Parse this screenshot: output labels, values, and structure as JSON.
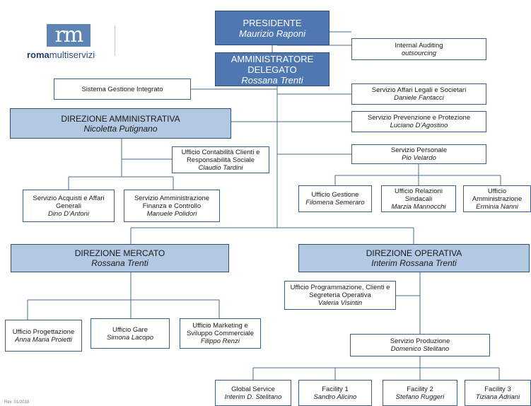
{
  "logo": {
    "mark": "rm",
    "brand_bold": "roma",
    "brand_rest": "multiservizi"
  },
  "presidente": {
    "title": "PRESIDENTE",
    "name": "Maurizio Raponi"
  },
  "amministratore": {
    "title": "AMMINISTRATORE DELEGATO",
    "name": "Rossana Trenti"
  },
  "internal_auditing": {
    "title": "Internal Auditing",
    "name": "outsourcing"
  },
  "sistema_gestione": {
    "title": "Sistema Gestione Integrato"
  },
  "affari_legali": {
    "title": "Servizio Affari Legali e Societari",
    "name": "Daniele Fantacci"
  },
  "prevenzione": {
    "title": "Servizio Prevenzione e Protezione",
    "name": "Luciano D’Agostino"
  },
  "servizio_personale": {
    "title": "Servizio Personale",
    "name": "Pio Velardo"
  },
  "ufficio_gestione": {
    "title": "Ufficio Gestione",
    "name": "Filomena Semeraro"
  },
  "relazioni_sindacali": {
    "title": "Ufficio Relazioni Sindacali",
    "name": "Marzia Mannocchi"
  },
  "ufficio_amministrazione": {
    "title": "Ufficio Amministrazione",
    "name": "Erminia Nanni"
  },
  "direzione_amministrativa": {
    "title": "DIREZIONE  AMMINISTRATIVA",
    "name": "Nicoletta Putignano"
  },
  "contabilita": {
    "title": "Ufficio Contabilità Clienti e Responsabilità Sociale",
    "name": "Claudio Tardini"
  },
  "acquisti": {
    "title": "Servizio Acquisti e Affari Generali",
    "name": "Dino D’Antoni"
  },
  "amministrazione_finanza": {
    "title": "Servizio Amministrazione Finanza e Controllo",
    "name": "Manuele Polidori"
  },
  "direzione_mercato": {
    "title": "DIREZIONE MERCATO",
    "name": "Rossana Trenti"
  },
  "progettazione": {
    "title": "Ufficio Progettazione",
    "name": "Anna Maria Proietti"
  },
  "gare": {
    "title": "Ufficio Gare",
    "name": "Simona Lacopo"
  },
  "marketing": {
    "title": "Ufficio Marketing e Sviluppo Commerciale",
    "name": "Filippo Renzi"
  },
  "direzione_operativa": {
    "title": "DIREZIONE OPERATIVA",
    "name": "Interim Rossana Trenti"
  },
  "programmazione": {
    "title": "Ufficio Programmazione, Clienti e Segreteria Operativa",
    "name": "Valeria Visintin"
  },
  "produzione": {
    "title": "Servizio Produzione",
    "name": "Domenico Stelitano"
  },
  "global_service": {
    "title": "Global Service",
    "name": "Interim D. Stelitano"
  },
  "facility1": {
    "title": "Facility 1",
    "name": "Sandro Alicino"
  },
  "facility2": {
    "title": "Facility  2",
    "name": "Stefano Ruggeri"
  },
  "facility3": {
    "title": "Facility 3",
    "name": "Tiziana Adriani"
  },
  "footer": {
    "text": "Rev. 01/2018"
  }
}
